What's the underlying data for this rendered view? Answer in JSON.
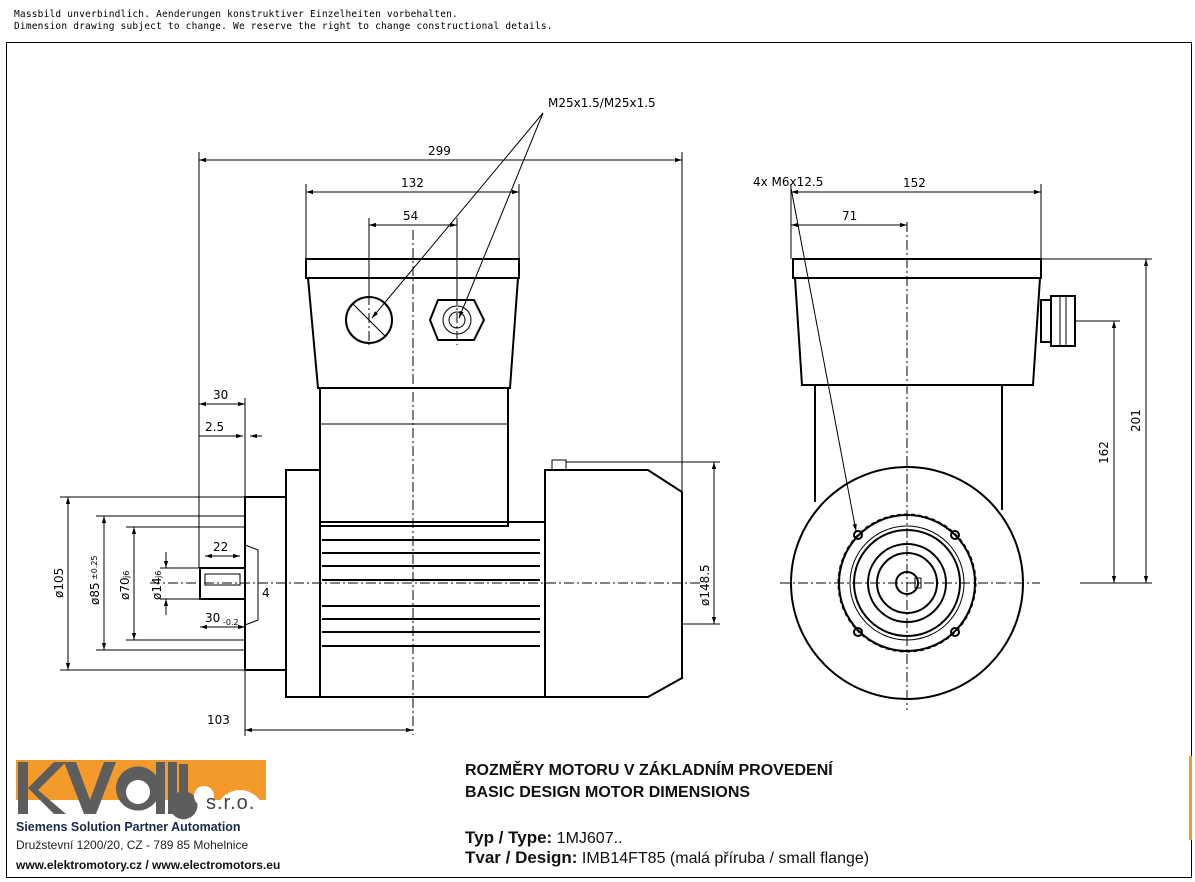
{
  "header": {
    "line1": "Massbild unverbindlich. Aenderungen konstruktiver Einzelheiten vorbehalten.",
    "line2": "Dimension drawing subject to change. We reserve the right to change constructional details."
  },
  "dimensions": {
    "cable_gland": "M25x1.5/M25x1.5",
    "overall_length": "299",
    "terminal_box_width": "132",
    "gland_spacing": "54",
    "flange_bolts": "4x M6x12.5",
    "side_box_width": "152",
    "side_half": "71",
    "height_201": "201",
    "height_162": "162",
    "shaft_length": "30",
    "flange_thickness": "2.5",
    "key_length": "22",
    "key_width": "4",
    "shaft_30_tol": "30",
    "shaft_30_tol_sub": "-0.2",
    "flange_dia": "ø105",
    "pitch_dia": "ø85",
    "pitch_tol": "±0.25",
    "spigot_dia": "ø70",
    "spigot_tol": "j6",
    "shaft_dia": "ø14",
    "shaft_tol": "j6",
    "motor_dia": "ø148.5",
    "shaft_to_axis": "103"
  },
  "company": {
    "logo_text": "kvelbo",
    "suffix": "s.r.o.",
    "partner": "Siemens Solution Partner Automation",
    "address": "Družstevní 1200/20, CZ - 789 85 Mohelnice",
    "web": "www.elektromotory.cz / www.electromotors.eu"
  },
  "title_block": {
    "title_cz": "ROZMĚRY MOTORU V ZÁKLADNÍM PROVEDENÍ",
    "title_en": "BASIC DESIGN MOTOR DIMENSIONS",
    "type_label": "Typ / Type:",
    "type_value": "1MJ607..",
    "design_label": "Tvar / Design:",
    "design_value": "IMB14FT85 (malá příruba / small flange)"
  },
  "colors": {
    "orange": "#f39a2b",
    "logo_gray": "#5d5d5d"
  }
}
